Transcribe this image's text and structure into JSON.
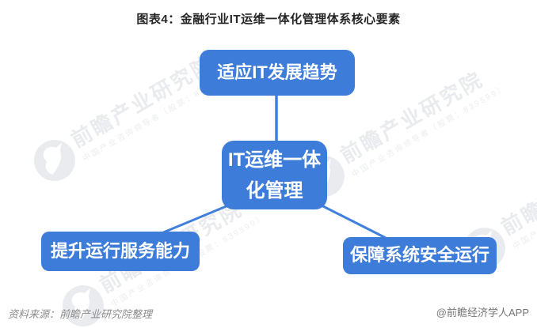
{
  "title": "图表4：金融行业IT运维一体化管理体系核心要素",
  "colors": {
    "node_blue": "#3e7cd9",
    "connector_blue": "#4080dc",
    "node_text": "#ffffff",
    "title_text": "#262626",
    "source_text": "#8c8c8c",
    "credit_text": "#757575",
    "watermark_gray": "#eaebef"
  },
  "diagram": {
    "center_node": {
      "lines": [
        "IT运维一体",
        "化管理"
      ]
    },
    "top_node": {
      "label": "适应IT发展趋势"
    },
    "bottom_left_node": {
      "label": "提升运行服务能力"
    },
    "bottom_right_node": {
      "label": "保障系统安全运行"
    }
  },
  "watermark": {
    "brand": "前瞻产业研究院",
    "tagline": "中国产业咨询领导者（股票：839599）"
  },
  "footer": {
    "source": "资料来源：前瞻产业研究院整理",
    "credit": "@前瞻经济学人APP"
  }
}
